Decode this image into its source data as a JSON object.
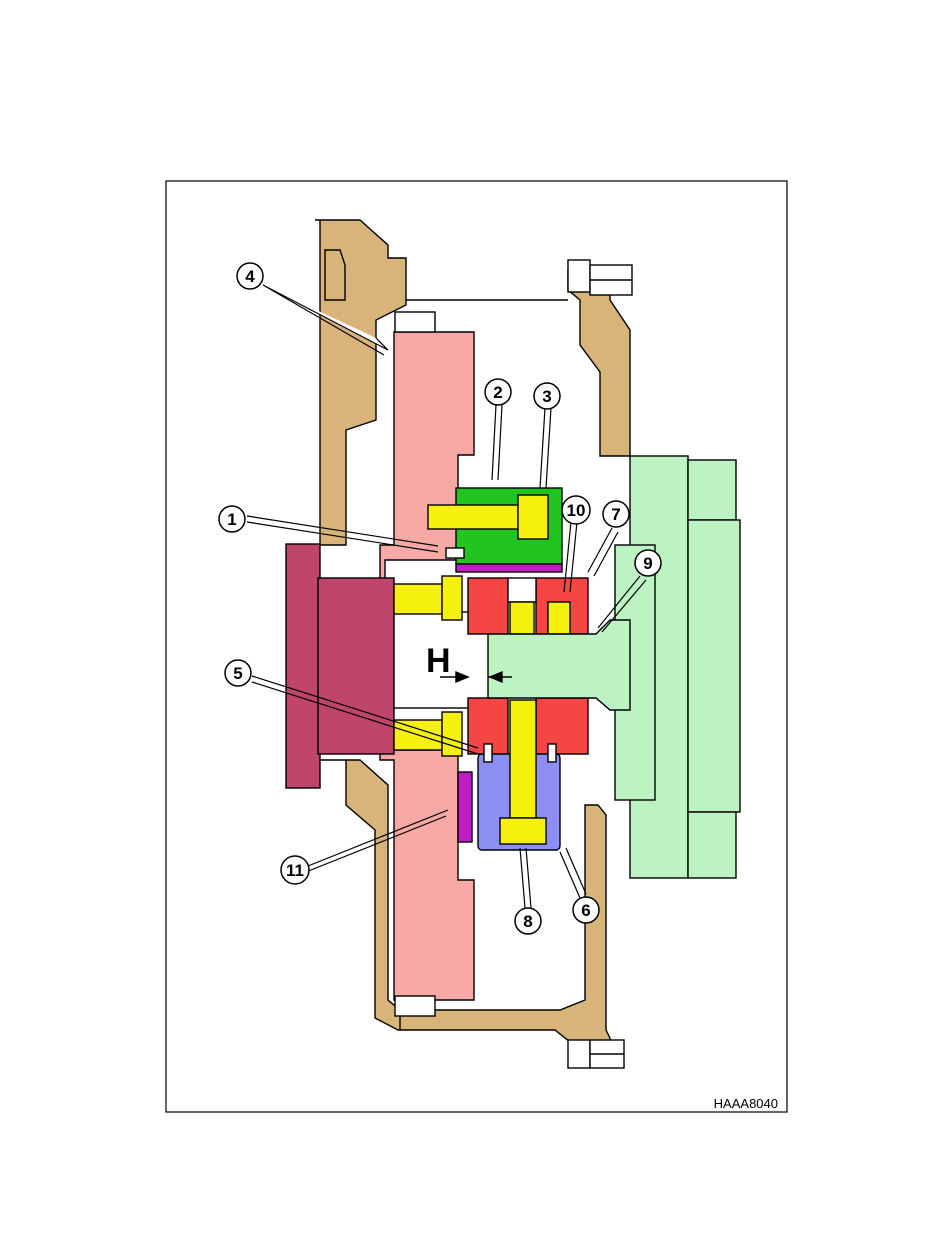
{
  "figure_code": "HAAA8040",
  "dimension_label": "H",
  "callouts": [
    {
      "id": "c1",
      "label": "1",
      "part": "pin"
    },
    {
      "id": "c2",
      "label": "2",
      "part": "retainer"
    },
    {
      "id": "c3",
      "label": "3",
      "part": "capscrew"
    },
    {
      "id": "c4",
      "label": "4",
      "part": "flywheel"
    },
    {
      "id": "c5",
      "label": "5",
      "part": "pin"
    },
    {
      "id": "c6",
      "label": "6",
      "part": "hub"
    },
    {
      "id": "c7",
      "label": "7",
      "part": "ring"
    },
    {
      "id": "c8",
      "label": "8",
      "part": "capscrew"
    },
    {
      "id": "c9",
      "label": "9",
      "part": "shaft"
    },
    {
      "id": "c10",
      "label": "10",
      "part": "capscrew"
    },
    {
      "id": "c11",
      "label": "11",
      "part": "shim"
    }
  ],
  "colors": {
    "housing": "#d9b47a",
    "flywheel": "#f7a9a6",
    "retainer": "#22c41f",
    "capscrew": "#f5f00e",
    "hub_red": "#f54545",
    "hub_blue": "#8d8ff5",
    "shaft": "#bdf2c3",
    "adapter": "#c0456a",
    "shim": "#c21bc8",
    "outline": "#000000"
  }
}
